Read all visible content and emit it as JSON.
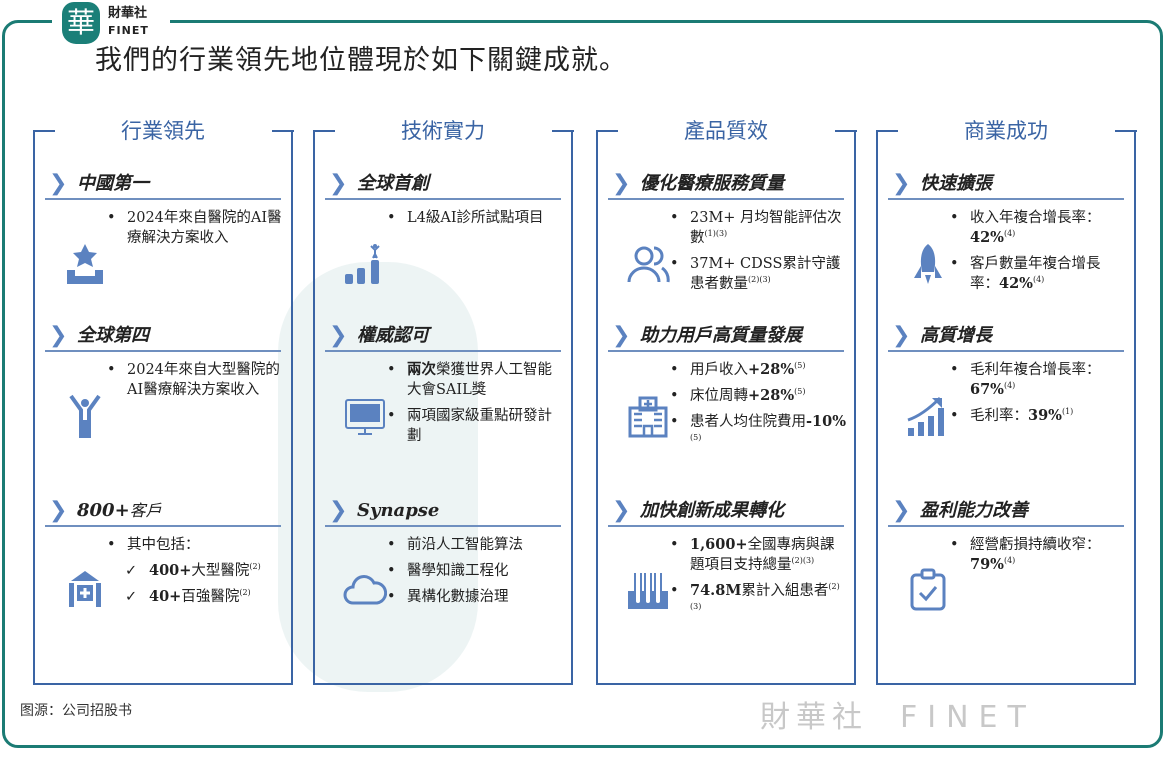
{
  "brand": {
    "logo_char": "華",
    "name_cn": "財華社",
    "name_en": "FINET"
  },
  "title": "我們的行業領先地位體現於如下關鍵成就。",
  "watermark": {
    "cn": "財華社",
    "en": "FINET"
  },
  "colors": {
    "frame": "#1b7b74",
    "accent": "#3a64a4",
    "chevron": "#5b82c0"
  },
  "columns": [
    {
      "heading": "行業領先",
      "sections": [
        {
          "title": "中國第一",
          "icon": "trophy-icon",
          "bullets": [
            [
              {
                "t": "2024年來自醫院的AI醫療解決方案收入"
              }
            ]
          ]
        },
        {
          "title": "全球第四",
          "icon": "person-celebrate-icon",
          "bullets": [
            [
              {
                "t": "2024年來自大型醫院的AI醫療解決方案收入"
              }
            ]
          ]
        },
        {
          "title_bold": "800+",
          "title": "客戶",
          "icon": "hospital-icon",
          "bullets": [
            [
              {
                "t": "其中包括："
              }
            ],
            {
              "check": true,
              "seg": [
                {
                  "t": "400+",
                  "b": true
                },
                {
                  "t": "大型醫院"
                },
                {
                  "t": "(2)",
                  "sup": true
                }
              ]
            },
            {
              "check": true,
              "seg": [
                {
                  "t": "40+",
                  "b": true
                },
                {
                  "t": "百強醫院"
                },
                {
                  "t": "(2)",
                  "sup": true
                }
              ]
            }
          ]
        }
      ]
    },
    {
      "heading": "技術實力",
      "sections": [
        {
          "title": "全球首創",
          "icon": "bar-chart-person-icon",
          "bullets": [
            [
              {
                "t": "L4級AI診所試點項目"
              }
            ]
          ]
        },
        {
          "title": "權威認可",
          "icon": "monitor-icon",
          "bullets": [
            [
              {
                "t": "兩次",
                "b": true
              },
              {
                "t": "榮獲世界人工智能大會SAIL獎"
              }
            ],
            [
              {
                "t": "兩項國家級重點研發計劃"
              }
            ]
          ]
        },
        {
          "title": "Synapse",
          "serif": true,
          "icon": "cloud-icon",
          "bullets": [
            [
              {
                "t": "前沿人工智能算法"
              }
            ],
            [
              {
                "t": "醫學知識工程化"
              }
            ],
            [
              {
                "t": "異構化數據治理"
              }
            ]
          ]
        }
      ]
    },
    {
      "heading": "產品質效",
      "sections": [
        {
          "title": "優化醫療服務質量",
          "icon": "users-icon",
          "bullets": [
            [
              {
                "t": "23M+ 月均智能評估次數"
              },
              {
                "t": "(1)(3)",
                "sup": true
              }
            ],
            [
              {
                "t": "37M+ CDSS累計守護患者數量"
              },
              {
                "t": "(2)(3)",
                "sup": true
              }
            ]
          ]
        },
        {
          "title": "助力用戶高質量發展",
          "icon": "hospital-building-icon",
          "bullets": [
            [
              {
                "t": "用戶收入"
              },
              {
                "t": "+28%",
                "b": true
              },
              {
                "t": "(5)",
                "sup": true
              }
            ],
            [
              {
                "t": "床位周轉"
              },
              {
                "t": "+28%",
                "b": true
              },
              {
                "t": "(5)",
                "sup": true
              }
            ],
            [
              {
                "t": "患者人均住院費用"
              },
              {
                "t": "-10%",
                "b": true
              },
              {
                "t": "(5)",
                "sup": true
              }
            ]
          ]
        },
        {
          "title": "加快創新成果轉化",
          "icon": "test-tubes-icon",
          "bullets": [
            [
              {
                "t": "1,600+",
                "b": true
              },
              {
                "t": "全國專病與課題項目支持總量"
              },
              {
                "t": "(2)(3)",
                "sup": true
              }
            ],
            [
              {
                "t": "74.8M",
                "b": true
              },
              {
                "t": "累計入組患者"
              },
              {
                "t": "(2)(3)",
                "sup": true
              }
            ]
          ]
        }
      ]
    },
    {
      "heading": "商業成功",
      "sections": [
        {
          "title": "快速擴張",
          "icon": "rocket-icon",
          "bullets": [
            [
              {
                "t": "收入年複合增長率："
              },
              {
                "t": "42%",
                "b": true
              },
              {
                "t": "(4)",
                "sup": true
              }
            ],
            [
              {
                "t": "客戶數量年複合增長率："
              },
              {
                "t": "42%",
                "b": true
              },
              {
                "t": "(4)",
                "sup": true
              }
            ]
          ]
        },
        {
          "title": "高質增長",
          "icon": "growth-chart-icon",
          "bullets": [
            [
              {
                "t": "毛利年複合增長率："
              },
              {
                "t": "67%",
                "b": true
              },
              {
                "t": "(4)",
                "sup": true
              }
            ],
            [
              {
                "t": "毛利率："
              },
              {
                "t": "39%",
                "b": true
              },
              {
                "t": "(1)",
                "sup": true
              }
            ]
          ]
        },
        {
          "title": "盈利能力改善",
          "icon": "clipboard-check-icon",
          "bullets": [
            [
              {
                "t": "經營虧損持續收窄："
              },
              {
                "t": "79%",
                "b": true
              },
              {
                "t": "(4)",
                "sup": true
              }
            ]
          ]
        }
      ]
    }
  ],
  "source": "图源：公司招股书"
}
